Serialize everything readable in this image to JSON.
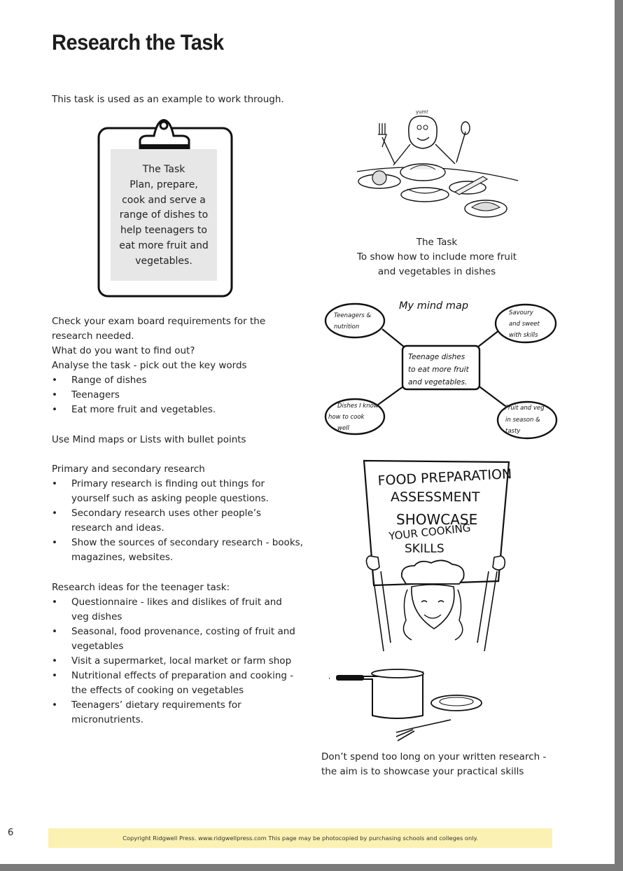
{
  "page": {
    "title": "Research the Task",
    "intro": "This task is used as an example to work through.",
    "page_number": "6",
    "footer": "Copyright Ridgwell Press. www.ridgwellpress.com This page may be photocopied by purchasing schools and colleges only."
  },
  "clipboard": {
    "lines": [
      "The Task",
      "Plan, prepare,",
      "cook and serve a",
      "range of dishes to",
      "help teenagers to",
      "eat more fruit and",
      "vegetables."
    ]
  },
  "task_caption": {
    "lines": [
      "The Task",
      "To show how to include more fruit",
      "and vegetables in dishes"
    ]
  },
  "cartoon_text": {
    "yum": "yum!"
  },
  "mind_map": {
    "title": "My mind map",
    "center": [
      "Teenage dishes",
      "to eat more fruit",
      "and vegetables."
    ],
    "nodes": {
      "top_left": [
        "Teenagers &",
        "nutrition"
      ],
      "top_right": [
        "Savoury",
        "and sweet",
        "with skills"
      ],
      "bottom_left": [
        "Dishes I know",
        "how to cook",
        "well"
      ],
      "bottom_right": [
        "Fruit and veg",
        "in season &",
        "tasty"
      ]
    }
  },
  "poster": {
    "lines": [
      "FOOD PREPARATION",
      "ASSESSMENT",
      "SHOWCASE",
      "YOUR COOKING",
      "SKILLS"
    ]
  },
  "bottom_caption": {
    "lines": [
      "Don’t spend too long on your written research -",
      "the aim is to showcase your practical skills"
    ]
  },
  "section_exam": {
    "lines": [
      "Check your exam board requirements for the",
      "research needed.",
      "What do you want to find out?",
      "Analyse the task - pick out the key words"
    ],
    "bullets": [
      "Range of dishes",
      "Teenagers",
      "Eat more fruit and vegetables."
    ]
  },
  "section_maps": {
    "text": "Use Mind maps or Lists with bullet points"
  },
  "section_research": {
    "heading": "Primary and secondary research",
    "bullets": [
      "Primary research is finding out things for yourself such as asking people questions.",
      "Secondary research uses other people’s research and ideas.",
      "Show the sources of secondary research - books, magazines, websites."
    ]
  },
  "section_ideas": {
    "heading": "Research ideas for the teenager task:",
    "bullets": [
      "Questionnaire - likes and dislikes of fruit and veg dishes",
      "Seasonal, food provenance, costing of fruit and vegetables",
      "Visit a supermarket, local market or farm shop",
      "Nutritional effects of preparation and cooking - the effects of cooking on vegetables",
      "Teenagers’ dietary requirements for micronutrients."
    ]
  }
}
